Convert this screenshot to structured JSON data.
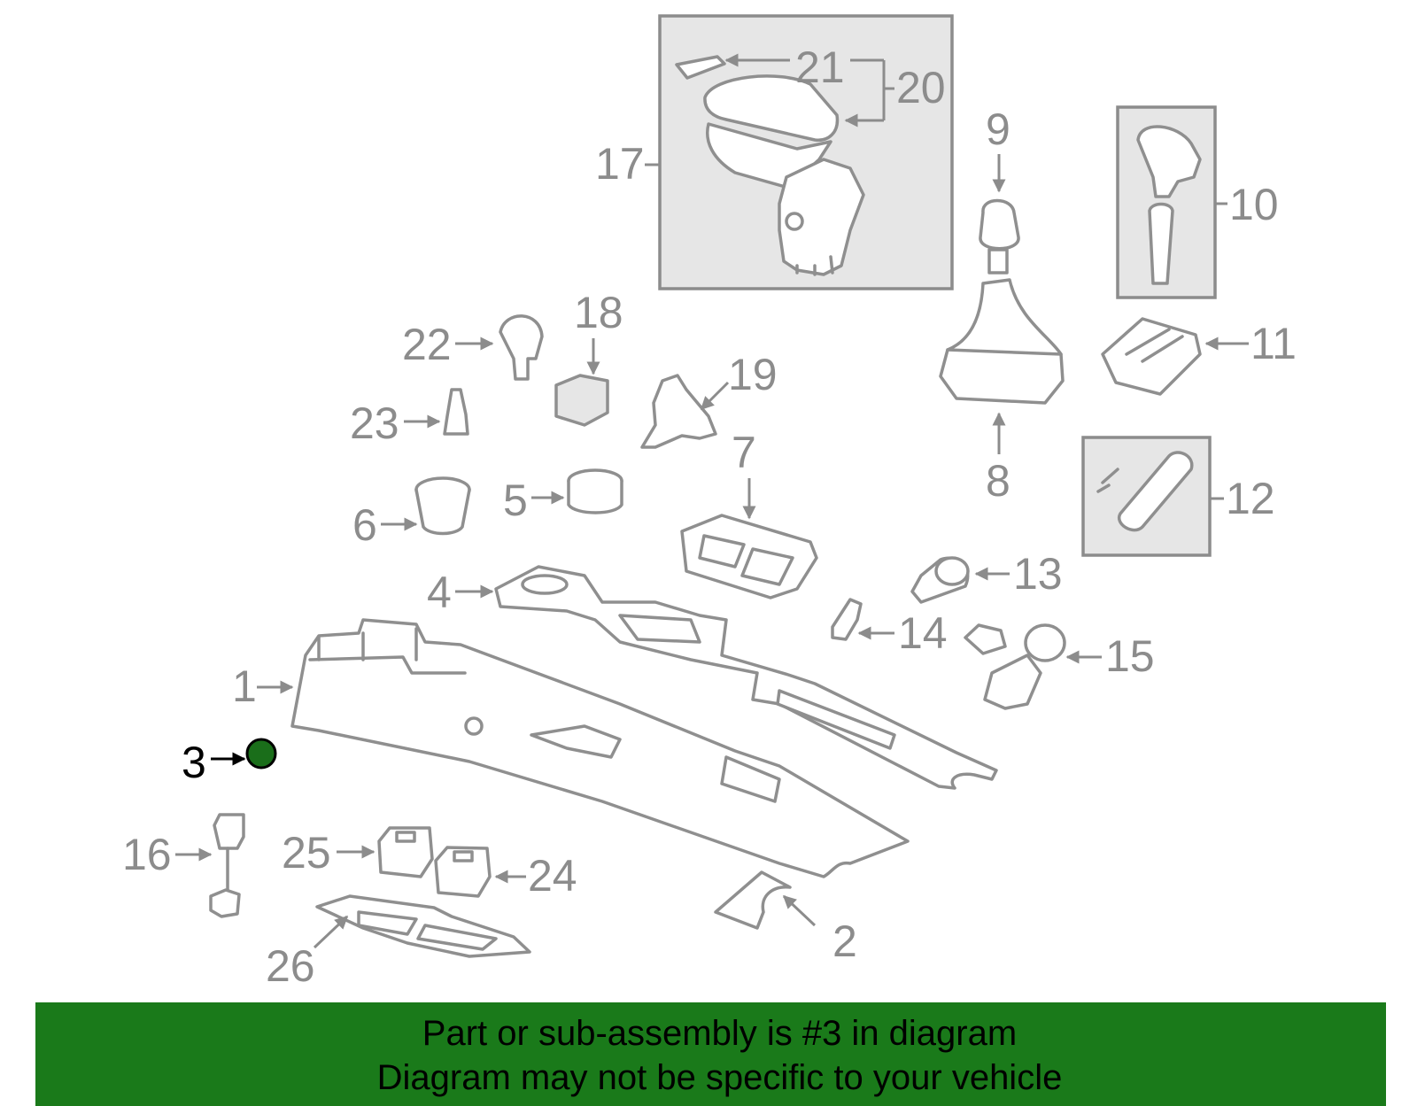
{
  "diagram": {
    "highlight_color": "#1a6e1a",
    "muted_color": "#8c8c8c",
    "box_fill": "#e6e6e6",
    "highlighted_part": "3",
    "callouts": [
      "1",
      "2",
      "3",
      "4",
      "5",
      "6",
      "7",
      "8",
      "9",
      "10",
      "11",
      "12",
      "13",
      "14",
      "15",
      "16",
      "17",
      "18",
      "19",
      "20",
      "21",
      "22",
      "23",
      "24",
      "25",
      "26"
    ]
  },
  "banner": {
    "background": "#1a7a1a",
    "line1": "Part or sub-assembly is #3 in diagram",
    "line2": "Diagram may not be specific to your vehicle"
  }
}
